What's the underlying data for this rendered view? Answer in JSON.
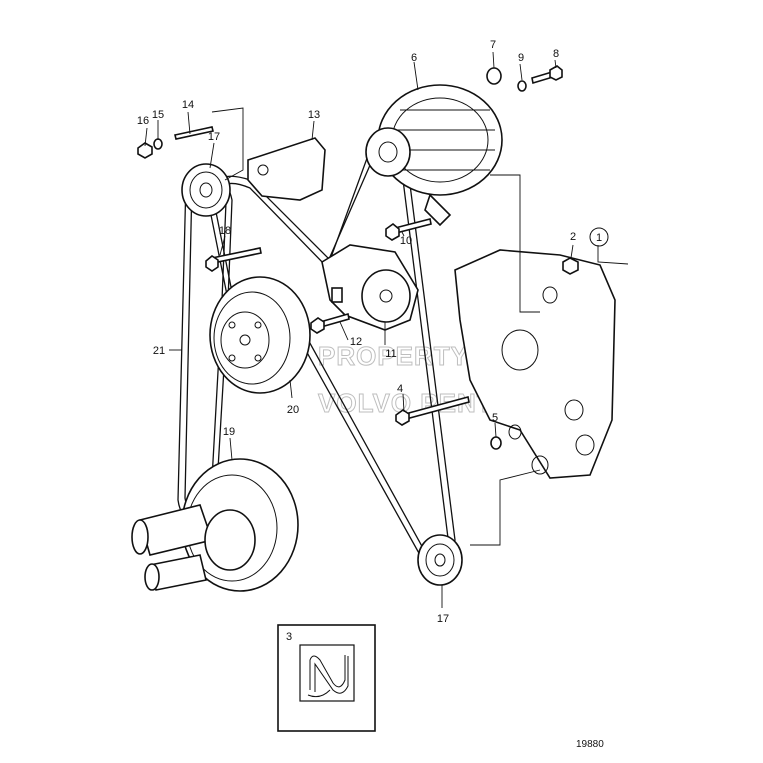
{
  "drawing_number": "19880",
  "watermark": [
    "PROPERTY OF",
    "VOLVO PENTA"
  ],
  "detail_box_label": "3",
  "callouts": [
    {
      "id": "c1",
      "label": "1"
    },
    {
      "id": "c2",
      "label": "2"
    },
    {
      "id": "c4",
      "label": "4"
    },
    {
      "id": "c5",
      "label": "5"
    },
    {
      "id": "c6",
      "label": "6"
    },
    {
      "id": "c7",
      "label": "7"
    },
    {
      "id": "c8",
      "label": "8"
    },
    {
      "id": "c9",
      "label": "9"
    },
    {
      "id": "c10",
      "label": "10"
    },
    {
      "id": "c11",
      "label": "11"
    },
    {
      "id": "c12",
      "label": "12"
    },
    {
      "id": "c13",
      "label": "13"
    },
    {
      "id": "c14",
      "label": "14"
    },
    {
      "id": "c15",
      "label": "15"
    },
    {
      "id": "c16",
      "label": "16"
    },
    {
      "id": "c17a",
      "label": "17"
    },
    {
      "id": "c17b",
      "label": "17"
    },
    {
      "id": "c18",
      "label": "18"
    },
    {
      "id": "c19",
      "label": "19"
    },
    {
      "id": "c20",
      "label": "20"
    },
    {
      "id": "c21",
      "label": "21"
    }
  ]
}
